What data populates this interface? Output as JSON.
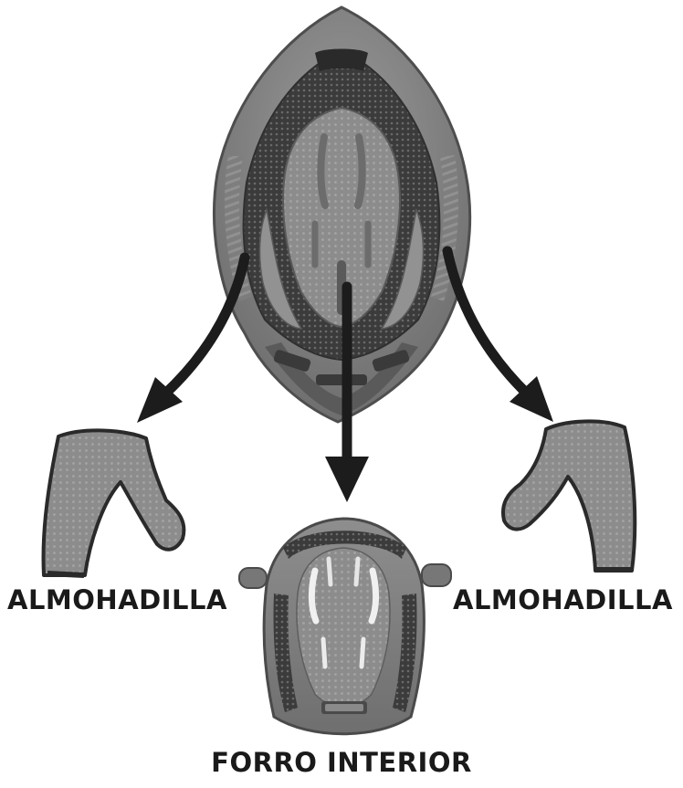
{
  "labels": {
    "left_pad": "ALMOHADILLA",
    "right_pad": "ALMOHADILLA",
    "liner": "FORRO INTERIOR"
  },
  "colors": {
    "background": "#ffffff",
    "shell": "#8a8a8a",
    "shell_dark": "#5c5c5c",
    "padding": "#7d7d7d",
    "mesh": "#3b3b3b",
    "arrow": "#1c1c1c",
    "text": "#1a1a1a"
  }
}
